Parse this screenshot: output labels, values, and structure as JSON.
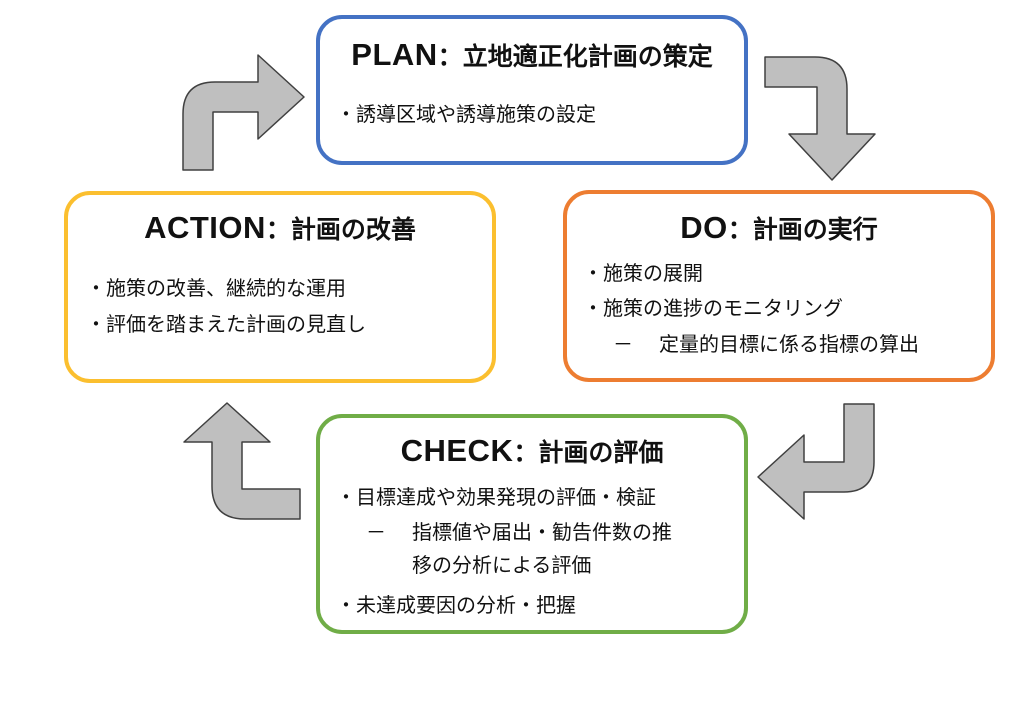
{
  "colors": {
    "plan_border": "#4472C4",
    "do_border": "#ED7D31",
    "action_border": "#FBBF2F",
    "check_border": "#70AD47",
    "arrow_fill": "#BFBFBF",
    "arrow_stroke": "#404040"
  },
  "plan": {
    "key": "PLAN",
    "colon": "：",
    "subtitle": "立地適正化計画の策定",
    "items": [
      "・誘導区域や誘導施策の設定"
    ]
  },
  "do": {
    "key": "DO",
    "colon": "：",
    "subtitle": "計画の実行",
    "items": [
      "・施策の展開",
      "・施策の進捗のモニタリング"
    ],
    "subitem_dash": "－",
    "subitems": [
      "定量的目標に係る指標の算出"
    ]
  },
  "check": {
    "key": "CHECK",
    "colon": "：",
    "subtitle": "計画の評価",
    "item1": "・目標達成や効果発現の評価・検証",
    "subitem_dash": "－",
    "subitem_line1": "指標値や届出・勧告件数の推",
    "subitem_line2": "移の分析による評価",
    "item2": "・未達成要因の分析・把握"
  },
  "action": {
    "key": "ACTION",
    "colon": "：",
    "subtitle": "計画の改善",
    "items": [
      "・施策の改善、継続的な運用",
      "・評価を踏まえた計画の見直し"
    ]
  }
}
